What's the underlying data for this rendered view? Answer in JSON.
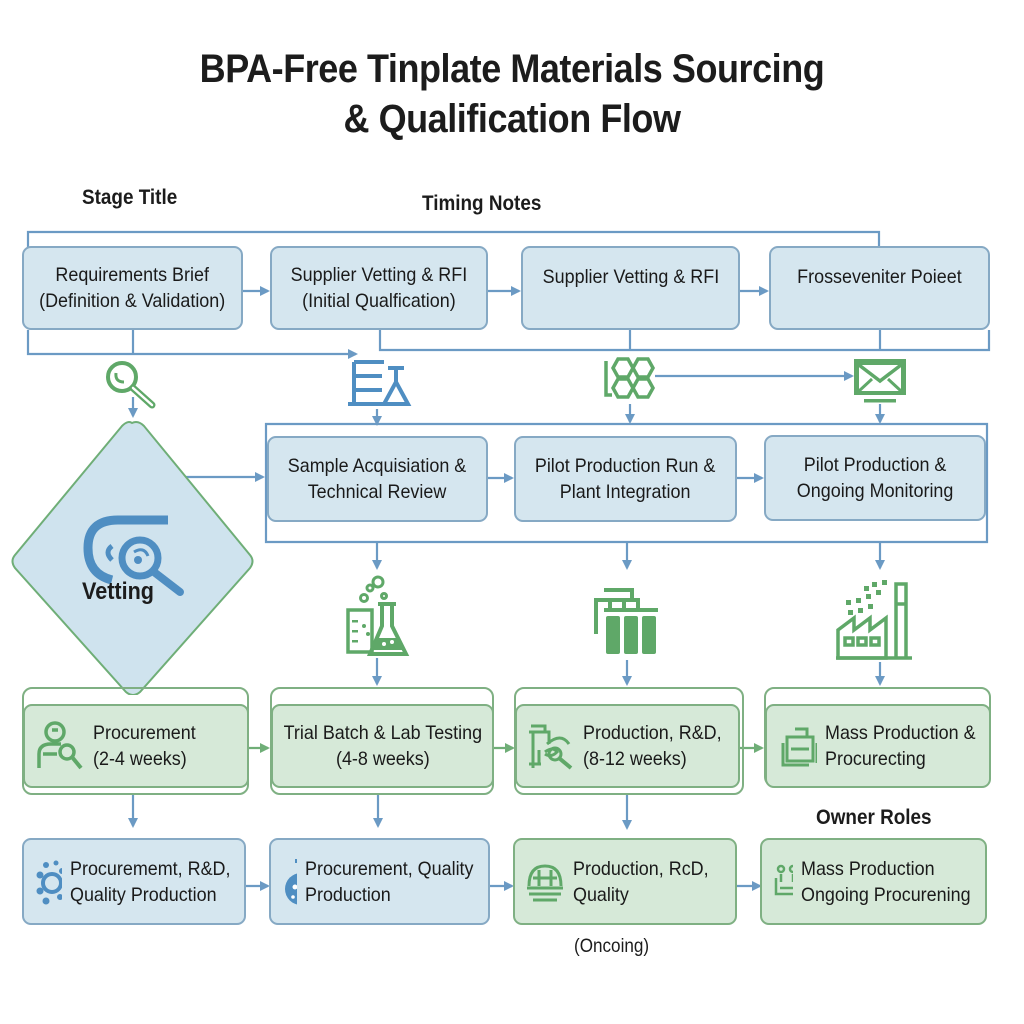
{
  "title": {
    "line1": "BPA-Free Tinplate Materials Sourcing",
    "line2": "& Qualification Flow"
  },
  "column_labels": {
    "stage_title": "Stage Title",
    "timing_notes": "Timing Notes",
    "owner_roles": "Owner Roles"
  },
  "colors": {
    "blue_fill": "#d5e6ef",
    "blue_stroke": "#86a9c4",
    "green_fill": "#d6e9d8",
    "green_stroke": "#7fb083",
    "connector": "#6b9ac4",
    "icon_green": "#5fa868",
    "icon_blue": "#4f8ec2"
  },
  "row1": [
    {
      "line1": "Requirements Brief",
      "line2": "(Definition & Validation)"
    },
    {
      "line1": "Supplier Vetting & RFI",
      "line2": "(Initial Qualfication)"
    },
    {
      "line1": "Supplier Vetting & RFI",
      "line2": ""
    },
    {
      "line1": "Frosseveniter Poieet",
      "line2": ""
    }
  ],
  "row1_icons": [
    "magnifier-icon",
    "lab-flask-chart-icon",
    "hexagon-cluster-icon",
    "envelope-icon"
  ],
  "decision": {
    "label": "Vetting",
    "icon": "vetting-search-icon"
  },
  "row2": [
    {
      "line1": "Sample Acquisiation &",
      "line2": "Technical Review"
    },
    {
      "line1": "Pilot Production Run &",
      "line2": "Plant Integration"
    },
    {
      "line1": "Pilot Production &",
      "line2": "Ongoing Monitoring"
    }
  ],
  "row2_icons": [
    "lab-beakers-icon",
    "production-plant-icon",
    "factory-icon"
  ],
  "row3": [
    {
      "line1": "Procurement",
      "line2": "(2-4 weeks)",
      "icon": "procurement-person-icon"
    },
    {
      "line1": "Trial Batch & Lab Testing",
      "line2": "(4-8 weeks)",
      "icon": ""
    },
    {
      "line1": "Production, R&D,",
      "line2": "(8-12 weeks)",
      "icon": "production-tools-icon"
    },
    {
      "line1": "Mass Production &",
      "line2": "Procurecting",
      "icon": "documents-icon"
    }
  ],
  "row4": [
    {
      "line1": "Procurememt, R&D,",
      "line2": "Quality Production",
      "icon": "team-gears-icon"
    },
    {
      "line1": "Procurement, Quality",
      "line2": "Production",
      "icon": "flask-icon"
    },
    {
      "line1": "Production, RcD,",
      "line2": "Quality",
      "icon": "globe-team-icon"
    },
    {
      "line1": "Mass Production",
      "line2": "Ongoing Procurening",
      "icon": "handover-icon"
    }
  ],
  "footnote": "(Oncoing)"
}
